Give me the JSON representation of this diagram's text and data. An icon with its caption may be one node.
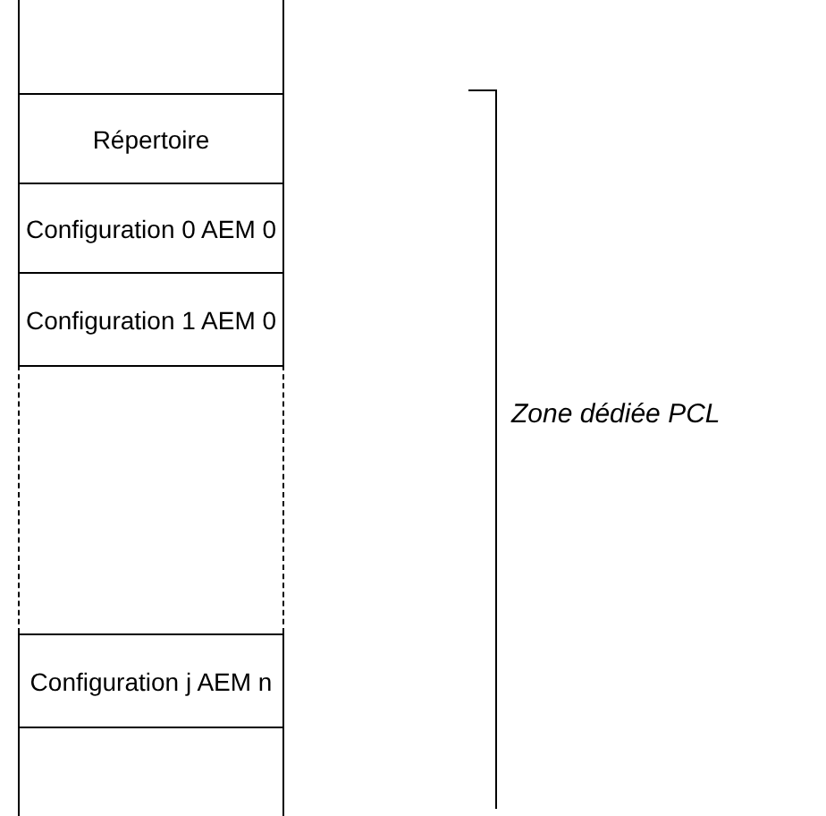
{
  "diagram": {
    "nodes": [
      {
        "text": [
          "Répertoire"
        ]
      },
      {
        "text": [
          "Configuration 0 AEM 0"
        ]
      },
      {
        "text": [
          "Configuration 1 AEM 0"
        ]
      },
      {
        "text": [],
        "shape": "box"
      },
      {
        "text": [
          "Configuration j AEM n"
        ]
      },
      {
        "text": [],
        "shape": "box"
      }
    ],
    "labels": [
      "Zone dédiée PCL"
    ]
  }
}
